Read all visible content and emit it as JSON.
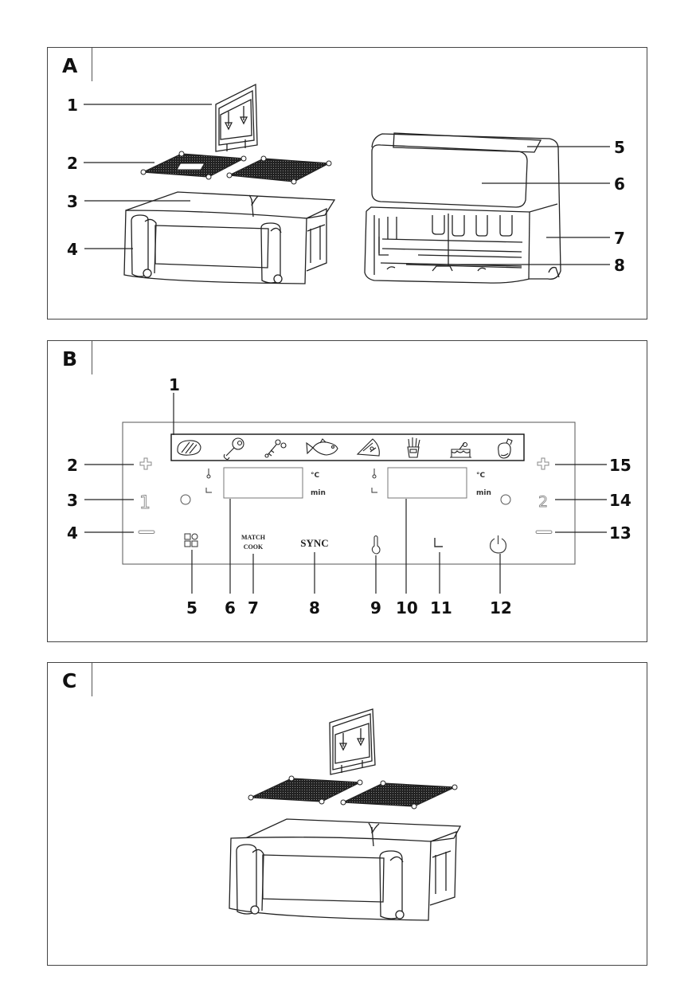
{
  "figure_a": {
    "letter": "A",
    "callouts": [
      {
        "n": "1",
        "part": "divider"
      },
      {
        "n": "2",
        "part": "crisper plates"
      },
      {
        "n": "3",
        "part": "basket"
      },
      {
        "n": "4",
        "part": "basket handle"
      },
      {
        "n": "5",
        "part": "air outlet top"
      },
      {
        "n": "6",
        "part": "control panel"
      },
      {
        "n": "7",
        "part": "housing"
      },
      {
        "n": "8",
        "part": "basket compartment"
      }
    ]
  },
  "figure_b": {
    "letter": "B",
    "callouts": [
      "1",
      "2",
      "3",
      "4",
      "5",
      "6",
      "7",
      "8",
      "9",
      "10",
      "11",
      "12",
      "13",
      "14",
      "15"
    ],
    "preset_icons": [
      "steak-icon",
      "drumstick-icon",
      "shrimp-icon",
      "fish-icon",
      "pizza-icon",
      "fries-icon",
      "cake-icon",
      "vegetable-icon"
    ],
    "left_zone": {
      "plus": "+",
      "number": "1",
      "minus": "—"
    },
    "right_zone": {
      "plus": "+",
      "number": "2",
      "minus": "—"
    },
    "units": {
      "temp": "°C",
      "time": "min"
    },
    "buttons": {
      "match_cook_line1": "MATCH",
      "match_cook_line2": "COOK",
      "sync": "SYNC"
    }
  },
  "figure_c": {
    "letter": "C"
  }
}
